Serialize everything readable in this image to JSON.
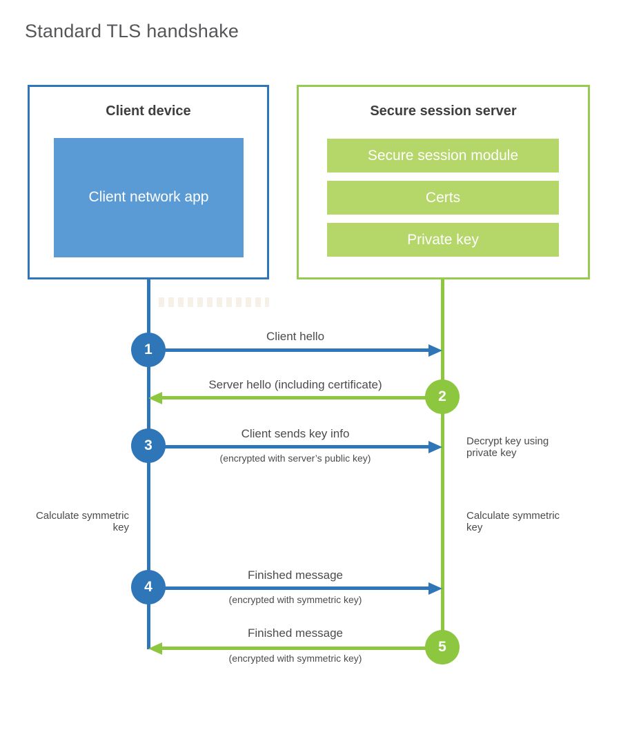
{
  "title": "Standard TLS handshake",
  "client": {
    "title": "Client device",
    "module": "Client network app"
  },
  "server": {
    "title": "Secure session server",
    "modules": [
      "Secure session module",
      "Certs",
      "Private key"
    ]
  },
  "steps": [
    {
      "number": "1",
      "label": "Client hello",
      "direction": "client-to-server"
    },
    {
      "number": "2",
      "label": "Server hello (including certificate)",
      "direction": "server-to-client"
    },
    {
      "number": "3",
      "label": "Client sends key info",
      "sublabel": "(encrypted with server’s public key)",
      "direction": "client-to-server"
    },
    {
      "number": "4",
      "label": "Finished message",
      "sublabel": "(encrypted with symmetric key)",
      "direction": "client-to-server"
    },
    {
      "number": "5",
      "label": "Finished message",
      "sublabel": "(encrypted with symmetric key)",
      "direction": "server-to-client"
    }
  ],
  "notes": {
    "decrypt": "Decrypt key using private key",
    "client_calc": "Calculate symmetric key",
    "server_calc": "Calculate symmetric key"
  },
  "colors": {
    "blue": "#2e76b8",
    "blue_fill": "#5b9bd5",
    "green": "#8dc63f",
    "green_border": "#97ca50",
    "green_fill": "#b5d669",
    "heading_text": "#3e3e40",
    "label_text": "#4b4b4d",
    "title_text": "#55565a",
    "white": "#ffffff"
  }
}
